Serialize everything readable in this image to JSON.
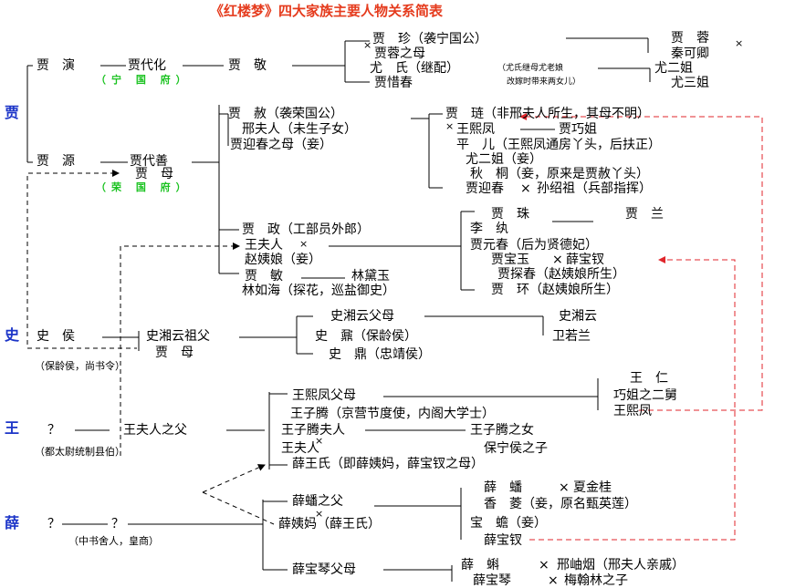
{
  "title": "《红楼梦》四大家族主要人物关系简表",
  "colors": {
    "title": "#e53b1d",
    "family": "#1c35c8",
    "residence": "#19c21f",
    "arrow": "#e0262b"
  },
  "families": {
    "jia": "贾",
    "shi": "史",
    "wang": "王",
    "xue": "薛"
  },
  "residences": {
    "ning": "（宁 国 府）",
    "rong": "（荣 国 府）"
  },
  "marks": {
    "x": "×",
    "q": "？"
  },
  "people": {
    "jia_yan": "贾　演",
    "jia_daihua": "贾代化",
    "jia_jing": "贾　敬",
    "jia_zhen": "贾　珍（袭宁国公）",
    "jia_rong_mother": "贾蓉之母",
    "you_shi": "尤　氏（继配）",
    "you_shi_note": "（尤氏继母尤老娘",
    "you_shi_note2": "改嫁时带来两女儿）",
    "jia_xichun": "贾惜春",
    "jia_rong": "贾　蓉",
    "qin_keqing": "秦可卿",
    "you_erjie_1": "尤二姐",
    "you_sanjie": "尤三姐",
    "jia_yuan": "贾　源",
    "jia_daishan": "贾代善",
    "jia_mu_top": "贾　母",
    "jia_she": "贾　赦（袭荣国公）",
    "xing_furen": "邢夫人（未生子女）",
    "yingchun_mother": "贾迎春之母（妾）",
    "jia_lian": "贾　琏（非邢夫人所生，其母不明）",
    "wang_xifeng_1": "王熙凤",
    "jia_qiaojie": "贾巧姐",
    "ping_er": "平　儿（王熙凤通房丫头，后扶正）",
    "you_erjie_2": "尤二姐（妾）",
    "qiu_tong": "秋　桐（妾，原来是贾赦丫头）",
    "jia_yingchun": "贾迎春",
    "sun_shaozu": "孙绍祖（兵部指挥）",
    "jia_zheng": "贾　政（工部员外郎）",
    "wang_furen_1": "王夫人",
    "zhao_yiniang": "赵姨娘（妾）",
    "jia_min": "贾　敏",
    "lin_ruhai": "林如海（探花，巡盐御史）",
    "lin_daiyu": "林黛玉",
    "jia_zhu": "贾　珠",
    "li_wan": "李　纨",
    "jia_lan": "贾　兰",
    "jia_yuanchun": "贾元春（后为贤德妃）",
    "jia_baoyu": "贾宝玉",
    "xue_baochai_1": "薛宝钗",
    "jia_tanchun": "贾探春（赵姨娘所生）",
    "jia_huan": "贾　环（赵姨娘所生）",
    "shi_hou": "史　侯",
    "shi_hou_note": "（保龄侯，尚书令）",
    "shi_xiangyun_grandfather": "史湘云祖父",
    "jia_mu_shi": "贾　母",
    "shi_xiangyun_parents": "史湘云父母",
    "shi_xiangyun": "史湘云",
    "wei_ruolan": "卫若兰",
    "shi_nai": "史　鼐（保龄侯）",
    "shi_ding": "史　鼎（忠靖侯）",
    "wang_furen_father": "王夫人之父",
    "wang_father_note": "（都太尉统制县伯）",
    "wang_xifeng_parents": "王熙凤父母",
    "wang_ren": "王　仁",
    "qiaojie_uncle": "巧姐之二舅",
    "wang_xifeng_2": "王熙凤",
    "wang_ziteng": "王子腾（京营节度使，内阁大学士）",
    "wang_ziteng_wife": "王子腾夫人",
    "wang_ziteng_daughter": "王子腾之女",
    "baoning_son": "保宁侯之子",
    "wang_furen_2": "王夫人",
    "xue_wangshi": "薛王氏（即薛姨妈，薛宝钗之母）",
    "xue_q2": "？",
    "xue_note": "（中书舍人，皇商）",
    "xue_pan_father": "薛蟠之父",
    "xue_yima": "薛姨妈（薛王氏）",
    "xue_pan": "薛　蟠",
    "xia_jingui": "夏金桂",
    "xiang_ling": "香　菱（妾，原名甄英莲）",
    "bao_chan": "宝　蟾（妾）",
    "xue_baochai_2": "薛宝钗",
    "xue_baoqin_parents": "薛宝琴父母",
    "xue_ke": "薛　蝌",
    "xing_xiuyan": "邢岫烟（邢夫人亲戚）",
    "xue_baoqin": "薛宝琴",
    "mei_hanlin_son": "梅翰林之子"
  }
}
